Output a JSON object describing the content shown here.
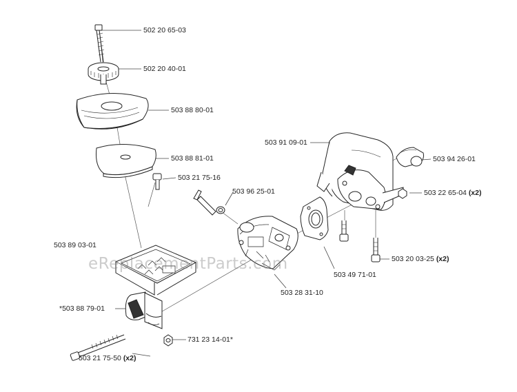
{
  "watermark": "eReplacementParts.com",
  "callouts": [
    {
      "id": "screw-top",
      "number": "502 20 65-03",
      "qty": ""
    },
    {
      "id": "knob",
      "number": "502 20 40-01",
      "qty": ""
    },
    {
      "id": "filter-cover",
      "number": "503 88 80-01",
      "qty": ""
    },
    {
      "id": "filter-pad",
      "number": "503 88 81-01",
      "qty": ""
    },
    {
      "id": "small-screw",
      "number": "503 21 75-16",
      "qty": ""
    },
    {
      "id": "fuel-elbow",
      "number": "503 96 25-01",
      "qty": ""
    },
    {
      "id": "housing",
      "number": "503 89 03-01",
      "qty": ""
    },
    {
      "id": "bracket",
      "number": "503 91 09-01",
      "qty": ""
    },
    {
      "id": "sleeve",
      "number": "503 94 26-01",
      "qty": ""
    },
    {
      "id": "nut-right",
      "number": "503 22 65-04",
      "qty": "(x2)"
    },
    {
      "id": "bolt-right",
      "number": "503 20 03-25",
      "qty": "(x2)"
    },
    {
      "id": "gasket",
      "number": "503 49 71-01",
      "qty": ""
    },
    {
      "id": "carburetor",
      "number": "503 28 31-10",
      "qty": ""
    },
    {
      "id": "trigger",
      "number": "*503 88 79-01",
      "qty": ""
    },
    {
      "id": "nut-bottom",
      "number": "731 23 14-01*",
      "qty": ""
    },
    {
      "id": "long-bolt",
      "number": "503 21 75-50",
      "qty": "(x2)"
    }
  ]
}
